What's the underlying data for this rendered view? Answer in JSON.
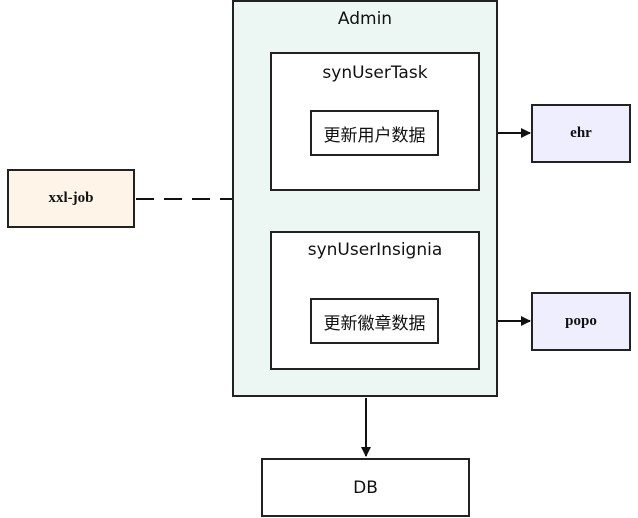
{
  "colors": {
    "admin_fill": "#ecf7f4",
    "scheduler_fill": "#fff4e8",
    "external_fill": "#eeeeff",
    "stroke": "#222222"
  },
  "admin": {
    "label": "Admin"
  },
  "tasks": [
    {
      "name": "synUserTask",
      "action": "更新用户数据"
    },
    {
      "name": "synUserInsignia",
      "action": "更新徽章数据"
    }
  ],
  "scheduler": {
    "label": "xxl-job"
  },
  "externals": [
    {
      "label": "ehr"
    },
    {
      "label": "popo"
    }
  ],
  "database": {
    "label": "DB"
  }
}
